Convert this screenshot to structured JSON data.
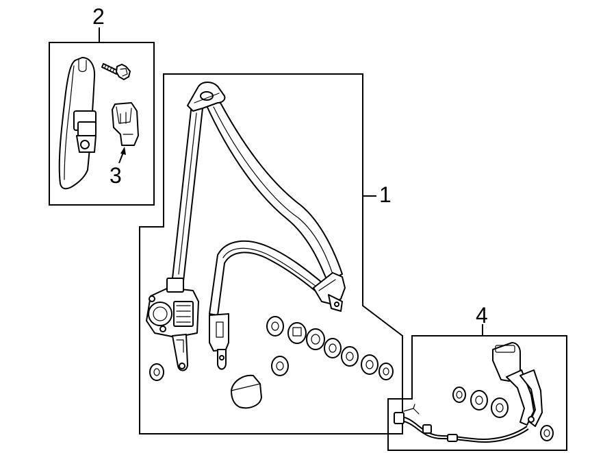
{
  "callouts": {
    "part_1": "1",
    "part_2": "2",
    "part_3": "3",
    "part_4": "4"
  }
}
